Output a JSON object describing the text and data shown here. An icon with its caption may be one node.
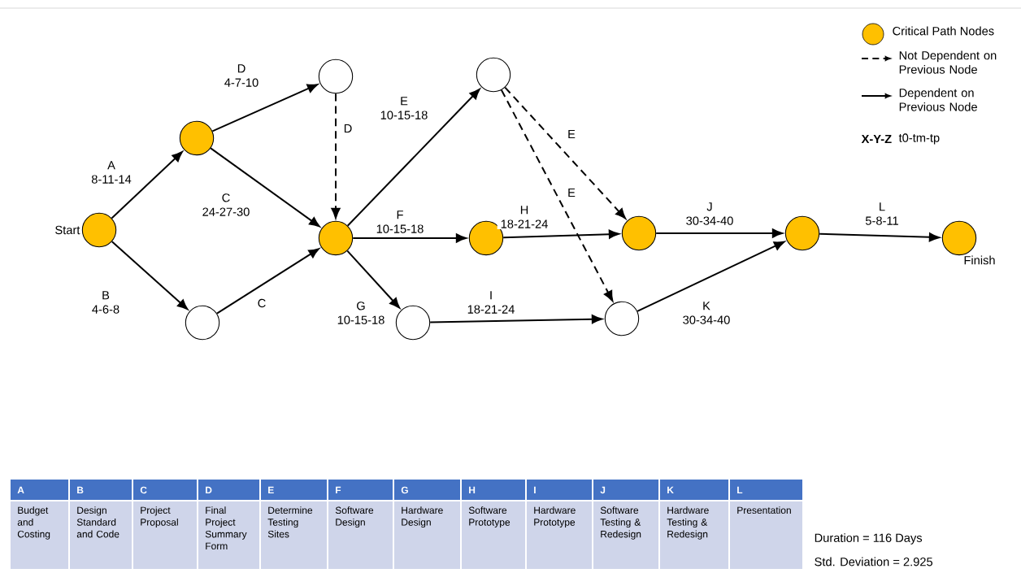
{
  "diagram": {
    "nodes": [
      {
        "text": [],
        "shape": "circle",
        "beside": [
          "Start"
        ]
      },
      {
        "text": [],
        "shape": "circle"
      },
      {
        "text": [],
        "shape": "circle"
      },
      {
        "text": [],
        "shape": "circle"
      },
      {
        "text": [],
        "shape": "circle"
      },
      {
        "text": [],
        "shape": "circle"
      },
      {
        "text": [],
        "shape": "circle"
      },
      {
        "text": [],
        "shape": "circle"
      },
      {
        "text": [],
        "shape": "circle"
      },
      {
        "text": [],
        "shape": "circle"
      },
      {
        "text": [],
        "shape": "circle"
      },
      {
        "text": [],
        "shape": "circle",
        "beside": [
          "Finish"
        ]
      }
    ],
    "edges": [
      {
        "from": 0,
        "to": 1,
        "arrow": "to",
        "label": "A 8-11-14"
      },
      {
        "from": 0,
        "to": 2,
        "arrow": "to",
        "label": "B 4-6-8"
      },
      {
        "from": 1,
        "to": 3,
        "arrow": "to",
        "label": "D 4-7-10"
      },
      {
        "from": 1,
        "to": 4,
        "arrow": "to",
        "label": "C 24-27-30"
      },
      {
        "from": 2,
        "to": 4,
        "arrow": "to",
        "label": "C"
      },
      {
        "from": 3,
        "to": 4,
        "arrow": "to",
        "label": "D",
        "style": "dashed"
      },
      {
        "from": 4,
        "to": 5,
        "arrow": "to",
        "label": "E 10-15-18"
      },
      {
        "from": 4,
        "to": 6,
        "arrow": "to",
        "label": "F 10-15-18"
      },
      {
        "from": 4,
        "to": 7,
        "arrow": "to",
        "label": "G 10-15-18"
      },
      {
        "from": 5,
        "to": 8,
        "arrow": "to",
        "label": "E",
        "style": "dashed"
      },
      {
        "from": 5,
        "to": 9,
        "arrow": "to",
        "label": "E",
        "style": "dashed"
      },
      {
        "from": 6,
        "to": 8,
        "arrow": "to",
        "label": "H 18-21-24"
      },
      {
        "from": 7,
        "to": 9,
        "arrow": "to",
        "label": "I 18-21-24"
      },
      {
        "from": 8,
        "to": 10,
        "arrow": "to",
        "label": "J 30-34-40"
      },
      {
        "from": 9,
        "to": 10,
        "arrow": "to",
        "label": "K 30-34-40"
      },
      {
        "from": 10,
        "to": 11,
        "arrow": "to",
        "label": "L 5-8-11"
      }
    ],
    "labels": [
      "X-Y-Z",
      "t0-tm-tp",
      "A",
      "B",
      "C",
      "D",
      "E",
      "F",
      "G",
      "H",
      "I",
      "J",
      "K",
      "L",
      "Budget and Costing",
      "Design Standard and Code",
      "Project Proposal",
      "Final Project Summary Form",
      "Determine Testing Sites",
      "Software Design",
      "Hardware Design",
      "Software Prototype",
      "Hardware Prototype",
      "Software Testing & Redesign",
      "Hardware Testing & Redesign",
      "Presentation",
      "Duration = 116 Days",
      "Std. Deviation = 2.925"
    ],
    "legend": [
      {
        "text": "Critical Path Nodes",
        "color": "#ffc000"
      },
      {
        "text": "Not Dependent on Previous Node"
      },
      {
        "text": "Dependent on Previous Node"
      }
    ]
  }
}
